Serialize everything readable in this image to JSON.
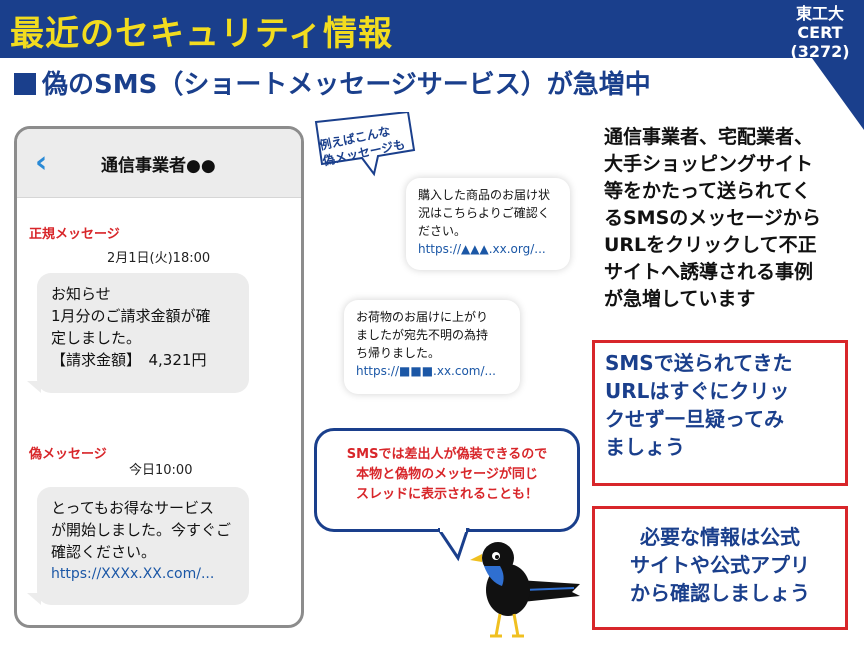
{
  "header": {
    "title": "最近のセキュリティ情報",
    "corner_line1": "東工大",
    "corner_line2": "CERT",
    "corner_line3": "(3272)"
  },
  "subtitle": "偽のSMS（ショートメッセージサービス）が急増中",
  "phone": {
    "contact_name": "通信事業者●●",
    "legit": {
      "label": "正規メッセージ",
      "time": "2月1日(火)18:00",
      "line1": "お知らせ",
      "line2": "1月分のご請求金額が確",
      "line3": "定しました。",
      "line4": "【請求金額】　4,321円"
    },
    "fake": {
      "label": "偽メッセージ",
      "time": "今日10:00",
      "line1": "とってもお得なサービス",
      "line2": "が開始しました。今すぐご",
      "line3": "確認ください。",
      "link": "https://XXXx.XX.com/..."
    }
  },
  "example_callout": "例えばこんな\n偽メッセージも",
  "messages": [
    {
      "line1": "購入した商品のお届け状",
      "line2": "況はこちらよりご確認く",
      "line3": "ださい。",
      "link": "https://▲▲▲.xx.org/..."
    },
    {
      "line1": "お荷物のお届けに上がり",
      "line2": "ましたが宛先不明の為持",
      "line3": "ち帰りました。",
      "link": "https://■■■.xx.com/..."
    }
  ],
  "warning": {
    "line1": "SMSでは差出人が偽装できるので",
    "line2": "本物と偽物のメッセージが同じ",
    "line3": "スレッドに表示されることも！"
  },
  "explanation": [
    "通信事業者、宅配業者、",
    "大手ショッピングサイト",
    "等をかたって送られてく",
    "るSMSのメッセージから",
    "URLをクリックして不正",
    "サイトへ誘導される事例",
    "が急増しています"
  ],
  "advice1": [
    "SMSで送られてきた",
    "URLはすぐにクリッ",
    "クせず一旦疑ってみ",
    "ましょう"
  ],
  "advice2": [
    "必要な情報は公式",
    "サイトや公式アプリ",
    "から確認しましょう"
  ],
  "colors": {
    "header_bg": "#1a3f8c",
    "title_yellow": "#f2dc1f",
    "accent_red": "#d8262a",
    "link_blue": "#1b57a6"
  }
}
